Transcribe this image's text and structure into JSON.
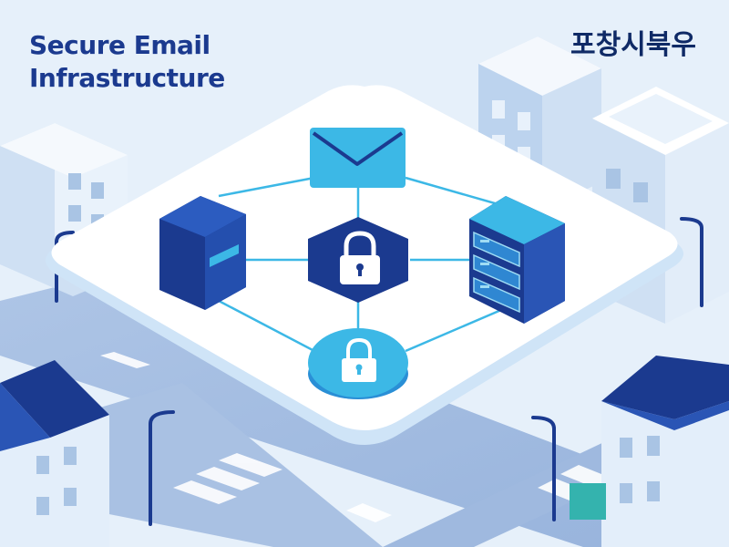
{
  "header": {
    "title_line1": "Secure Email",
    "title_line2": "Infrastructure",
    "agency": "포창시북우"
  },
  "diagram": {
    "nodes": [
      "email-envelope-icon",
      "lock-hub-icon",
      "server-rack-icon",
      "data-box-icon",
      "lock-disc-icon"
    ]
  },
  "colors": {
    "navy": "#1b3a8f",
    "cyan": "#38b6e8",
    "platform": "#ffffff",
    "sky": "#e6f0fa"
  }
}
